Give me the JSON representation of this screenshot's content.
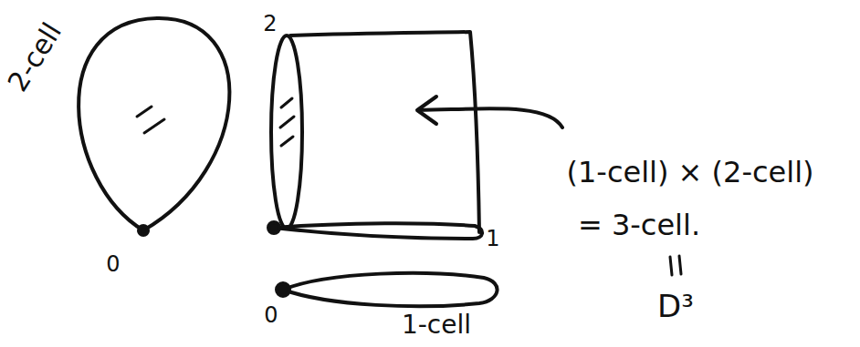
{
  "diagram": {
    "labels": [
      "2-cell",
      "2",
      "0",
      "1",
      "(1-cell) × (2-cell)",
      "= 3-cell.",
      "D³",
      "0",
      "1-cell"
    ]
  }
}
